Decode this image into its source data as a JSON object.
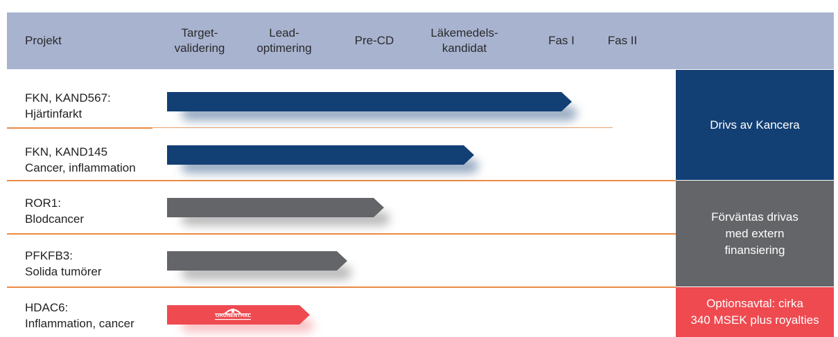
{
  "colors": {
    "header_bg": "#a8b3d0",
    "kancera_blue": "#123f74",
    "external_gray": "#646568",
    "option_red": "#ee4a50",
    "separator_orange": "#ec8a43"
  },
  "header": {
    "project": "Projekt",
    "phases": [
      {
        "line1": "Target-",
        "line2": "validering"
      },
      {
        "line1": "Lead-",
        "line2": "optimering"
      },
      {
        "line1": "Pre-CD",
        "line2": ""
      },
      {
        "line1": "Läkemedels-",
        "line2": "kandidat"
      },
      {
        "line1": "Fas I",
        "line2": ""
      },
      {
        "line1": "Fas II",
        "line2": ""
      }
    ]
  },
  "projects": [
    {
      "line1": "FKN, KAND567:",
      "line2": "Hjärtinfarkt",
      "bar_color": "blue"
    },
    {
      "line1": "FKN, KAND145",
      "line2": "Cancer, inflammation",
      "bar_color": "blue"
    },
    {
      "line1": "ROR1:",
      "line2": "Blodcancer",
      "bar_color": "gray"
    },
    {
      "line1": "PFKFB3:",
      "line2": "Solida tumörer",
      "bar_color": "gray"
    },
    {
      "line1": "HDAC6:",
      "line2": "Inflammation, cancer",
      "bar_color": "red",
      "partner_logo": "GRÜNENTHAL"
    }
  ],
  "side_blocks": {
    "kancera": {
      "line1": "Drivs av Kancera"
    },
    "external": {
      "line1": "Förväntas drivas",
      "line2": "med extern",
      "line3": "finansiering"
    },
    "option": {
      "line1": "Optionsavtal: cirka",
      "line2": "340 MSEK plus royalties"
    }
  }
}
